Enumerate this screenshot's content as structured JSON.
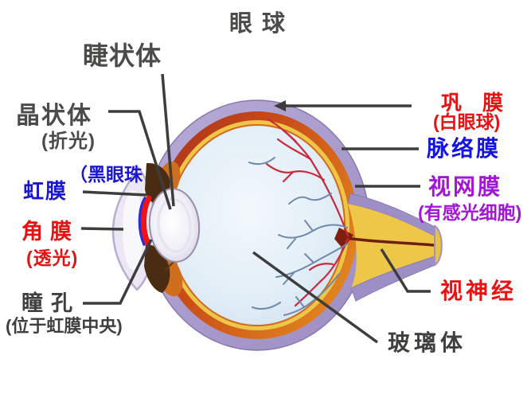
{
  "title": {
    "text": "眼球",
    "color": "#4b4b49"
  },
  "labels": {
    "ciliary_body": {
      "text": "睫状体",
      "color": "#4b4b49"
    },
    "lens": {
      "text": "晶状体",
      "color": "#4b4b49"
    },
    "lens_note": {
      "text": "(折光)",
      "color": "#4b4b49"
    },
    "iris_note": {
      "text": "（黑眼珠",
      "color": "#1a16cf"
    },
    "iris": {
      "text": "虹膜",
      "color": "#1a16cf"
    },
    "cornea": {
      "text": "角膜",
      "color": "#e31313"
    },
    "cornea_note": {
      "text": "(透光)",
      "color": "#e31313"
    },
    "pupil": {
      "text": "瞳孔",
      "color": "#3f3f3d"
    },
    "pupil_note": {
      "text": "(位于虹膜中央)",
      "color": "#3f3f3d"
    },
    "sclera": {
      "text": "巩　膜",
      "color": "#e81212"
    },
    "sclera_note": {
      "text": "(白眼球)",
      "color": "#e81212"
    },
    "choroid": {
      "text": "脉络膜",
      "color": "#1414dd"
    },
    "retina": {
      "text": "视网膜",
      "color": "#a316d6"
    },
    "retina_note": {
      "text": "(有感光细胞)",
      "color": "#a316d6"
    },
    "optic_nerve": {
      "text": "视神经",
      "color": "#e81212"
    },
    "vitreous": {
      "text": "玻璃体",
      "color": "#3f3f3d"
    }
  },
  "diagram_colors": {
    "sclera_purple": "#a99bcb",
    "choroid_orange": "#c8501c",
    "retina_yellow": "#eec648",
    "vitreous_blue": "#dcebf6",
    "vessel_red": "#c62a3c",
    "vessel_blue": "#7188ad",
    "lens_white": "#f2f1f7",
    "iris_red_strip": "#ec1414",
    "iris_blue_strip": "#2d2bd8",
    "cornea_light": "#ebe8f3",
    "ciliary_brown": "#4a2c12",
    "ciliary_orange": "#cf6f1d",
    "leader_line": "#3d3d3d"
  }
}
